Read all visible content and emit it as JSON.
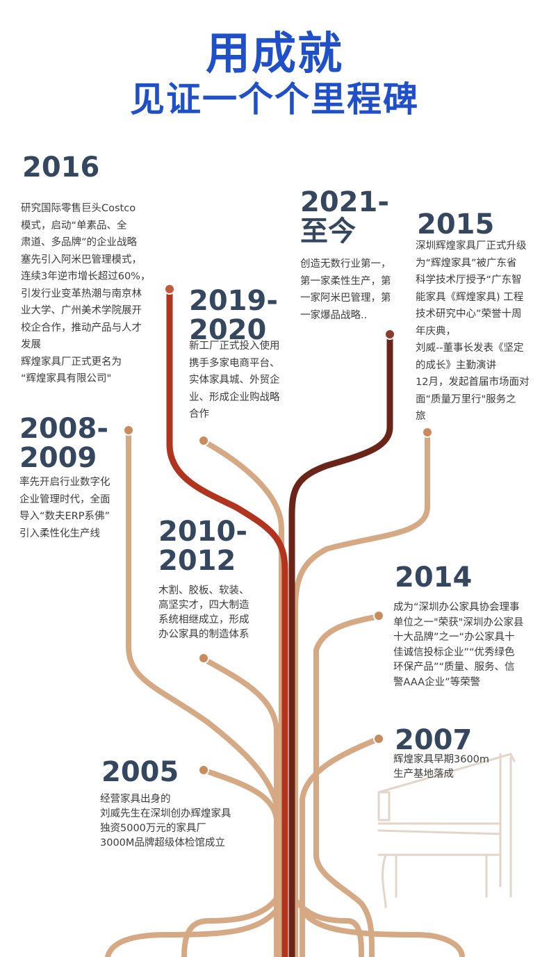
{
  "title": {
    "line1": "用成就",
    "line2": "见证一个个里程碑"
  },
  "milestones": [
    {
      "id": "2016",
      "year": "2016",
      "lines": [
        "研究国际零售巨头Costco",
        "模式，启动“单素品、全",
        "肃道、多品牌”的企业战略",
        "塞先引入阿米巴管理模式，",
        "连续3年逆市增长超过60%，",
        "引发行业变革热潮与南京林",
        "业大学、广州美术学院展开",
        "校企合作，推动产品与人才",
        "发展",
        "辉煌家具厂正式更名为",
        "“辉煌家具有限公司\""
      ]
    },
    {
      "id": "2021",
      "year_line1": "2021-",
      "year_line2": "至今",
      "lines": [
        "创造无数行业第一，",
        "第一家柔性生产，第",
        "一家阿米巴管理，第",
        "一家爆品战略.."
      ]
    },
    {
      "id": "2015",
      "year": "2015",
      "lines": [
        "深圳辉煌家具厂正式升级",
        "为“辉煌家具”被广东省",
        "科学技术厅授予“广东智",
        "能家具《辉煌家具) 工程",
        "技术研究中心”荣誉十周",
        "年庆典，",
        "刘威--董事长发表《坚定",
        "的成长》主勤演讲",
        "12月，发起首届市场面对",
        "面“质量万里行\"服务之",
        "旅"
      ]
    },
    {
      "id": "2019",
      "year_line1": "2019-",
      "year_line2": "2020",
      "lines": [
        "新工厂正式投入使用",
        "携手多家电商平台、",
        "实体家具城、外贸企",
        "业、形成企业购战略",
        "合作"
      ]
    },
    {
      "id": "2008",
      "year_line1": "2008-",
      "year_line2": "2009",
      "lines": [
        "率先开启行业数字化",
        "企业管理时代，全面",
        "导入“数夫ERP系佛”",
        "引入柔性化生产线"
      ]
    },
    {
      "id": "2010",
      "year_line1": "2010-",
      "year_line2": "2012",
      "lines": [
        "木割、胶板、软装、",
        "高坚实才，四大制造",
        "系统相继成立，形成",
        "办公家具的制造体系"
      ]
    },
    {
      "id": "2014",
      "year": "2014",
      "lines": [
        "成为“深圳办公家具协会理事",
        "单位之一\"荣获\"深圳办公家县",
        "十大品牌”之一“办公家具十",
        "佳诚信投标企业”“优秀绿色",
        "环保产品”“质量、服务、信",
        "警AAA企业”等荣警"
      ]
    },
    {
      "id": "2007",
      "year": "2007",
      "lines": [
        "辉煌家具早期3600m",
        "生产基地落成"
      ]
    },
    {
      "id": "2005",
      "year": "2005",
      "lines": [
        "经营家具出身的",
        "刘威先生在深圳创办辉煌家具",
        "独资5000万元的家具厂",
        "3000M品牌超级体检馆成立"
      ]
    }
  ],
  "colors": {
    "title": "#1f4fc9",
    "year": "#34475f",
    "branch_light": "#d4a27e",
    "branch_mid": "#c98a5c",
    "branch_red": "#b3341e",
    "branch_dark": "#6b2418"
  },
  "icons": [
    "chair-icon"
  ]
}
